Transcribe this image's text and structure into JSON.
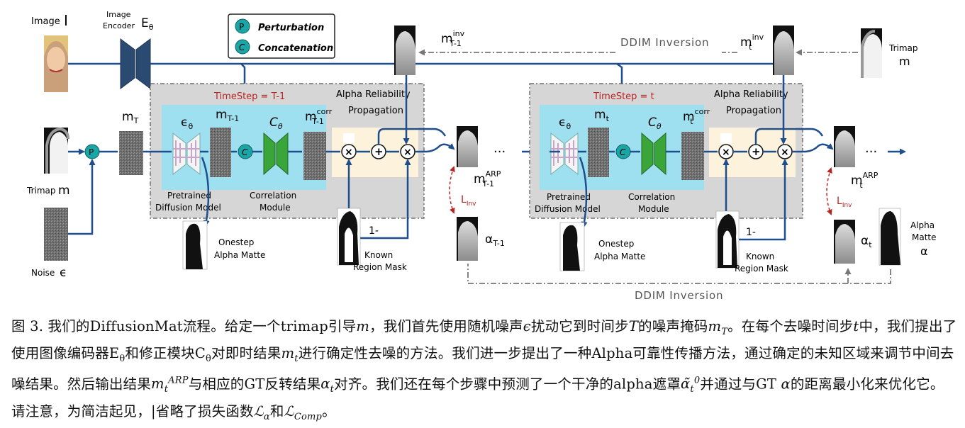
{
  "figure": {
    "left_inputs": {
      "image_label": "Image",
      "image_symbol": "I",
      "encoder_label": "Image\nEncoder",
      "encoder_symbol": "E",
      "encoder_sub": "θ",
      "trimap_label": "Trimap",
      "trimap_symbol": "m",
      "noise_label": "Noise",
      "noise_symbol": "ϵ"
    },
    "legend": {
      "perturbation_symbol": "P",
      "perturbation_label": "Perturbation",
      "concatenation_symbol": "C",
      "concatenation_label": "Concatenation"
    },
    "block_left": {
      "timestep": "TimeStep = T-1",
      "arp_title_1": "Alpha Reliability",
      "arp_title_2": "Propagation",
      "input_var": "m",
      "input_var_sub": "T",
      "eps_label": "ϵ",
      "eps_sub": "θ",
      "mid_var": "m",
      "mid_var_sub": "T-1",
      "c_label": "C",
      "c_sub": "θ",
      "corr_var": "m",
      "corr_sup": "corr",
      "corr_sub": "T-1",
      "pretrained_1": "Pretrained",
      "pretrained_2": "Diffusion Model",
      "corr_module_1": "Correlation",
      "corr_module_2": "Module",
      "onestep_1": "Onestep",
      "onestep_2": "Alpha Matte",
      "known_1": "Known",
      "known_2": "Region Mask",
      "one_minus": "1-",
      "inv_var": "m",
      "inv_sup": "inv",
      "inv_sub": "T-1",
      "arp_var": "m",
      "arp_sup": "ARP",
      "arp_sub": "T-1",
      "loss": "L",
      "loss_sub": "Inv",
      "alpha": "α",
      "alpha_sub": "T-1"
    },
    "block_right": {
      "timestep": "TimeStep = t",
      "arp_title_1": "Alpha Reliability",
      "arp_title_2": "Propagation",
      "eps_label": "ϵ",
      "eps_sub": "θ",
      "mid_var": "m",
      "mid_var_sub": "t",
      "c_label": "C",
      "c_sub": "θ",
      "corr_var": "m",
      "corr_sup": "corr",
      "corr_sub": "t",
      "pretrained_1": "Pretrained",
      "pretrained_2": "Diffusion Model",
      "corr_module_1": "Correlation",
      "corr_module_2": "Module",
      "onestep_1": "Onestep",
      "onestep_2": "Alpha Matte",
      "known_1": "Known",
      "known_2": "Region Mask",
      "one_minus": "1-",
      "inv_var": "m",
      "inv_sup": "inv",
      "inv_sub": "t",
      "arp_var": "m",
      "arp_sup": "ARP",
      "arp_sub": "t",
      "loss": "L",
      "loss_sub": "Inv",
      "alpha": "α",
      "alpha_sub": "t"
    },
    "top_right": {
      "ddim_top": "DDIM Inversion",
      "trimap_label": "Trimap",
      "trimap_symbol": "m"
    },
    "bottom": {
      "ddim_bottom": "DDIM Inversion",
      "alpha_matte_1": "Alpha",
      "alpha_matte_2": "Matte",
      "alpha_symbol": "α",
      "ellipsis": "···"
    }
  },
  "caption": {
    "lead": "图 3. 我们的DiffusionMat流程。给定一个trimap引导",
    "c1": "，我们首先使用随机噪声",
    "c2": "扰动它到时间步",
    "c3": "的噪声掩码",
    "c4": "。在每个去噪时间步",
    "c5": "中，我们提出了使用图像编码器",
    "c6": "和修正模块",
    "c7": "对即时结果",
    "c8": "进行确定性去噪的方法。我们进一步提出了一种Alpha可靠性传播方法，通过确定的未知区域来调节中间去噪结果。然后输出结果",
    "c9": "与相应的GT反转结果",
    "c10": "对齐。我们还在每个步骤中预测了一个干净的alpha遮罩",
    "c11": "并通过与GT",
    "c12": "的距离最小化来优化它。请注意，为简洁起见，|省略了损失函数",
    "c13": "和",
    "c14": "。"
  }
}
